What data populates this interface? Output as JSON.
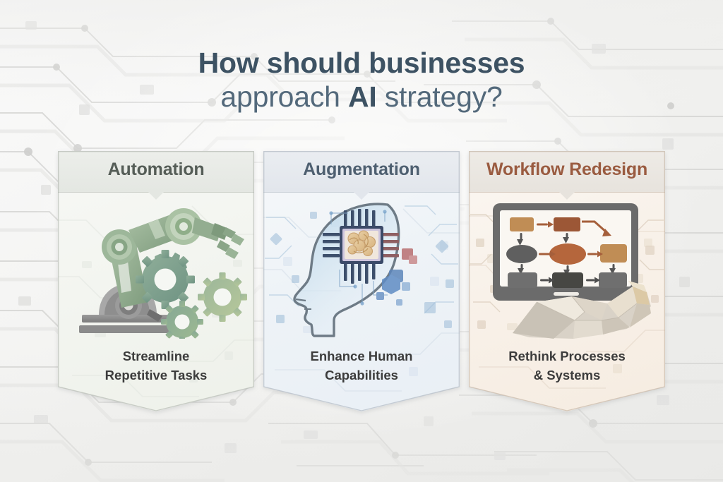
{
  "title": {
    "line1_bold": "How should businesses",
    "line2_light_a": "approach ",
    "line2_bold": "AI",
    "line2_light_b": " strategy?"
  },
  "cards": [
    {
      "heading": "Automation",
      "heading_color": "#555d57",
      "icon": "robot-arm-gears-icon",
      "caption_line1": "Streamline",
      "caption_line2": "Repetitive Tasks",
      "accent": "#8ba888"
    },
    {
      "heading": "Augmentation",
      "heading_color": "#4e5f70",
      "icon": "head-profile-ai-chip-icon",
      "caption_line1": "Enhance Human",
      "caption_line2": "Capabilities",
      "accent": "#7d97b5"
    },
    {
      "heading": "Workflow Redesign",
      "heading_color": "#9a5b40",
      "icon": "tablet-flowchart-hand-icon",
      "caption_line1": "Rethink Processes",
      "caption_line2": "& Systems",
      "accent": "#a9612f"
    }
  ],
  "background": {
    "style": "circuit-board-traces",
    "base_color": "#f4f4f2",
    "trace_color": "#d8d8d6"
  }
}
